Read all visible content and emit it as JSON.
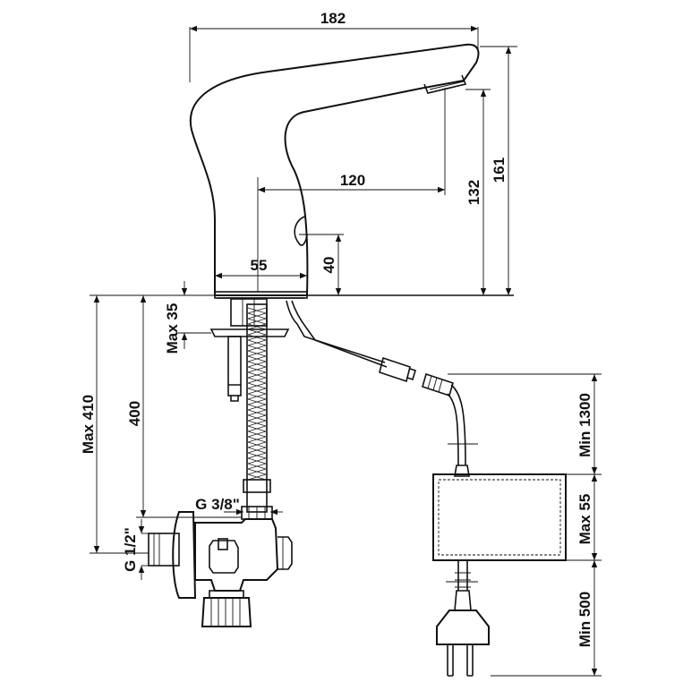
{
  "dimensions": {
    "overall_length": "182",
    "overall_height": "161",
    "spout_height": "132",
    "spout_reach": "120",
    "base_diameter": "55",
    "sensor_height": "40",
    "max_deck_thickness": "Max 35",
    "flex_hose_length": "400",
    "max_total_length": "Max 410",
    "hose_thread": "G 3/8\"",
    "inlet_thread": "G 1/2\"",
    "cable_length_min": "Min 1300",
    "box_height_max": "Max 55",
    "power_cable_min": "Min 500"
  }
}
